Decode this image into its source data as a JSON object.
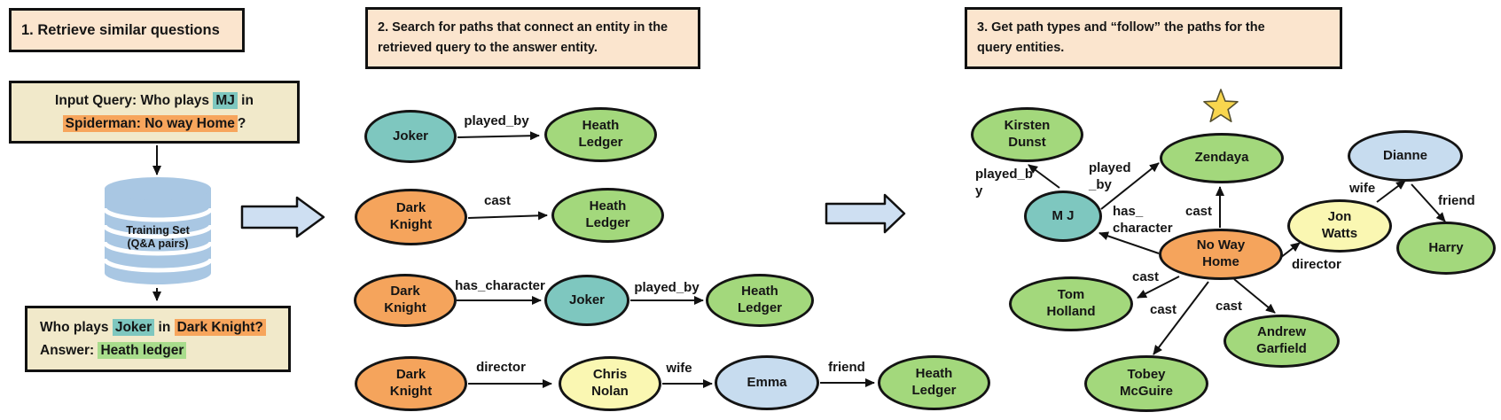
{
  "palette": {
    "header_bg": "#FBE5CE",
    "query_box_bg": "#F1E9CA",
    "entity_teal": "#7EC7BF",
    "entity_orange": "#F5A45C",
    "entity_green": "#A3D87C",
    "entity_yellow": "#FAF7B2",
    "entity_blue": "#C7DCEF",
    "highlight_teal": "#7EC7BF",
    "highlight_orange": "#F7A55C",
    "highlight_green": "#A8DC8C",
    "database_blue": "#A9C7E3",
    "flow_arrow_blue": "#CEDFF2",
    "star_yellow": "#F8D64E",
    "outline": "#111111"
  },
  "step1": {
    "header": "1. Retrieve similar questions",
    "input_box": {
      "line1_pre": "Input Query: Who plays ",
      "line1_highlight": "MJ",
      "line1_post": " in",
      "line2_highlight": "Spiderman: No way Home",
      "line2_post": "?"
    },
    "database_label": "Training Set\n(Q&A pairs)",
    "retrieved_box": {
      "line1_pre": "Who plays ",
      "line1_highlight_entity": "Joker",
      "line1_mid": " in ",
      "line1_highlight_movie": "Dark Knight?",
      "line2_pre": "Answer: ",
      "line2_highlight_answer": "Heath ledger"
    }
  },
  "step2": {
    "header": "2. Search for paths that connect an entity in the\nretrieved query to the answer entity.",
    "paths": [
      {
        "nodes": [
          "Joker",
          "Heath\nLedger"
        ],
        "edges": [
          "played_by"
        ]
      },
      {
        "nodes": [
          "Dark\nKnight",
          "Heath\nLedger"
        ],
        "edges": [
          "cast"
        ]
      },
      {
        "nodes": [
          "Dark\nKnight",
          "Joker",
          "Heath\nLedger"
        ],
        "edges": [
          "has_character",
          "played_by"
        ]
      },
      {
        "nodes": [
          "Dark\nKnight",
          "Chris\nNolan",
          "Emma",
          "Heath\nLedger"
        ],
        "edges": [
          "director",
          "wife",
          "friend"
        ]
      }
    ]
  },
  "step3": {
    "header": "3. Get path types and “follow” the paths for the\nquery entities.",
    "nodes": {
      "kirsten": "Kirsten\nDunst",
      "zendaya": "Zendaya",
      "mj": "M J",
      "dianne": "Dianne",
      "jon_watts": "Jon\nWatts",
      "harry": "Harry",
      "no_way_home": "No Way\nHome",
      "tom_holland": "Tom\nHolland",
      "tobey_mcguire": "Tobey\nMcGuire",
      "andrew_garfield": "Andrew\nGarfield"
    },
    "edge_labels": {
      "mj_kirsten": "played_b\ny",
      "mj_zendaya": "played\n_by",
      "nwh_mj": "has_\ncharacter",
      "nwh_zendaya": "cast",
      "nwh_jon": "director",
      "jon_dianne": "wife",
      "dianne_harry": "friend",
      "nwh_tom": "cast",
      "nwh_tobey": "cast",
      "nwh_andrew": "cast"
    }
  }
}
